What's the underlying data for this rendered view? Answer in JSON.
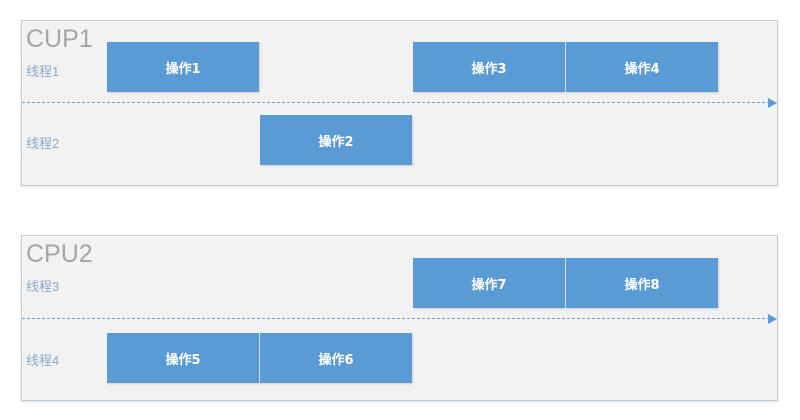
{
  "panels": [
    {
      "title": "CUP1",
      "threads": [
        "线程1",
        "线程2"
      ],
      "operations": [
        {
          "label": "操作1",
          "thread": 1,
          "slot": 0
        },
        {
          "label": "操作2",
          "thread": 2,
          "slot": 1
        },
        {
          "label": "操作3",
          "thread": 1,
          "slot": 2
        },
        {
          "label": "操作4",
          "thread": 1,
          "slot": 3
        }
      ]
    },
    {
      "title": "CPU2",
      "threads": [
        "线程3",
        "线程4"
      ],
      "operations": [
        {
          "label": "操作5",
          "thread": 4,
          "slot": 0
        },
        {
          "label": "操作6",
          "thread": 4,
          "slot": 1
        },
        {
          "label": "操作7",
          "thread": 3,
          "slot": 2
        },
        {
          "label": "操作8",
          "thread": 3,
          "slot": 3
        }
      ]
    }
  ],
  "colors": {
    "block": "#5b9bd5",
    "panel_bg": "#f2f2f2",
    "title": "#a6a6a6",
    "thread_label": "#8ea9c8",
    "timeline": "#6f9fcf"
  }
}
